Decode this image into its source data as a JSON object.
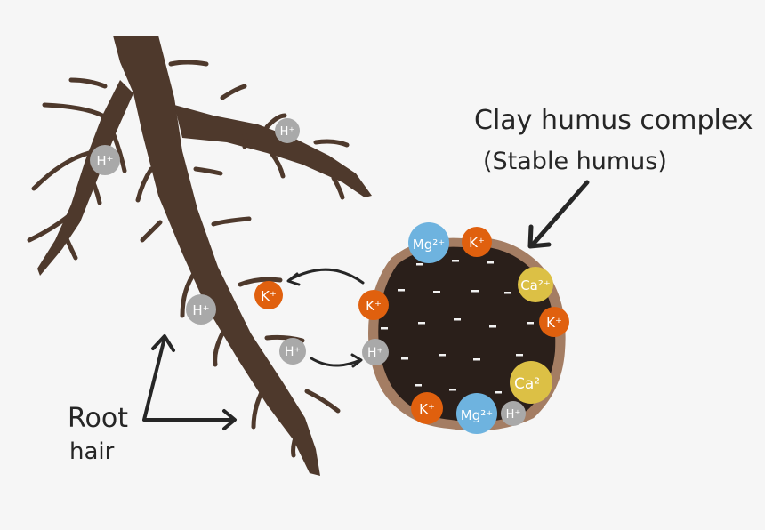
{
  "labels": {
    "clay_title": "Clay humus complex",
    "clay_subtitle": "(Stable humus)",
    "root_line1": "Root",
    "root_line2": "hair"
  },
  "colors": {
    "background": "#f6f6f6",
    "root": "#4e392c",
    "clay_core": "#2a1f1a",
    "clay_rim": "#a47d63",
    "h_ion": "#a9a9a9",
    "k_ion": "#e0600e",
    "mg_ion": "#6eb3df",
    "ca_ion": "#dcc045",
    "arrow": "#262626"
  },
  "ions": {
    "h": "H⁺",
    "k": "K⁺",
    "mg": "Mg²⁺",
    "ca": "Ca²⁺",
    "neg": "–"
  }
}
